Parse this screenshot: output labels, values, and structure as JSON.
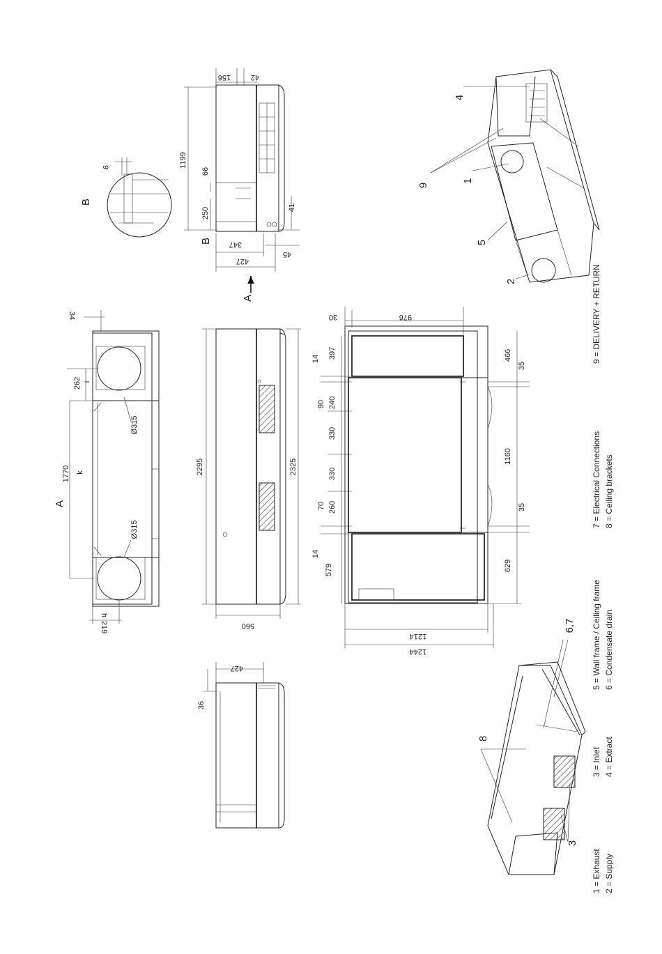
{
  "views": {
    "view_a": "A",
    "view_b": "B",
    "detail_b": "B",
    "arrow_a": "A"
  },
  "dimensions": {
    "d_34": "34",
    "d_262": "262",
    "d_i": "i",
    "d_1770": "1770",
    "d_k": "k",
    "d_315a": "Ø315",
    "d_315b": "Ø315",
    "d_h": "h",
    "d_219": "219",
    "d_2295": "2295",
    "d_2325": "2325",
    "d_560": "560",
    "d_427a": "427",
    "d_36": "36",
    "d_156": "156",
    "d_42": "42",
    "d_1199": "1199",
    "d_66": "66",
    "d_250": "250",
    "d_41": "41",
    "d_347": "347",
    "d_427b": "427",
    "d_45": "45",
    "d_9": "9",
    "d_30": "30",
    "d_976": "976",
    "d_397": "397",
    "d_14a": "14",
    "d_90": "90",
    "d_240": "240",
    "d_330a": "330",
    "d_330b": "330",
    "d_70": "70",
    "d_260": "260",
    "d_14b": "14",
    "d_579": "579",
    "d_466": "466",
    "d_35a": "35",
    "d_1160": "1160",
    "d_35b": "35",
    "d_629": "629",
    "d_1214": "1214",
    "d_1244": "1244"
  },
  "callouts": {
    "c4": "4",
    "c9": "9",
    "c1": "1",
    "c5": "5",
    "c2": "2",
    "c67": "6,7",
    "c8": "8",
    "c3": "3"
  },
  "legend": {
    "item1": "1 = Exhaust",
    "item2": "2 = Supply",
    "item3": "3 = Inlet",
    "item4": "4 = Extract",
    "item5": "5 = Wall frame / Ceiling frame",
    "item6": "6 = Condensate drain",
    "item7": "7 = Electrical Connections",
    "item8": "8 = Ceiling brackets",
    "item9": "9 = DELIVERY + RETURN"
  }
}
